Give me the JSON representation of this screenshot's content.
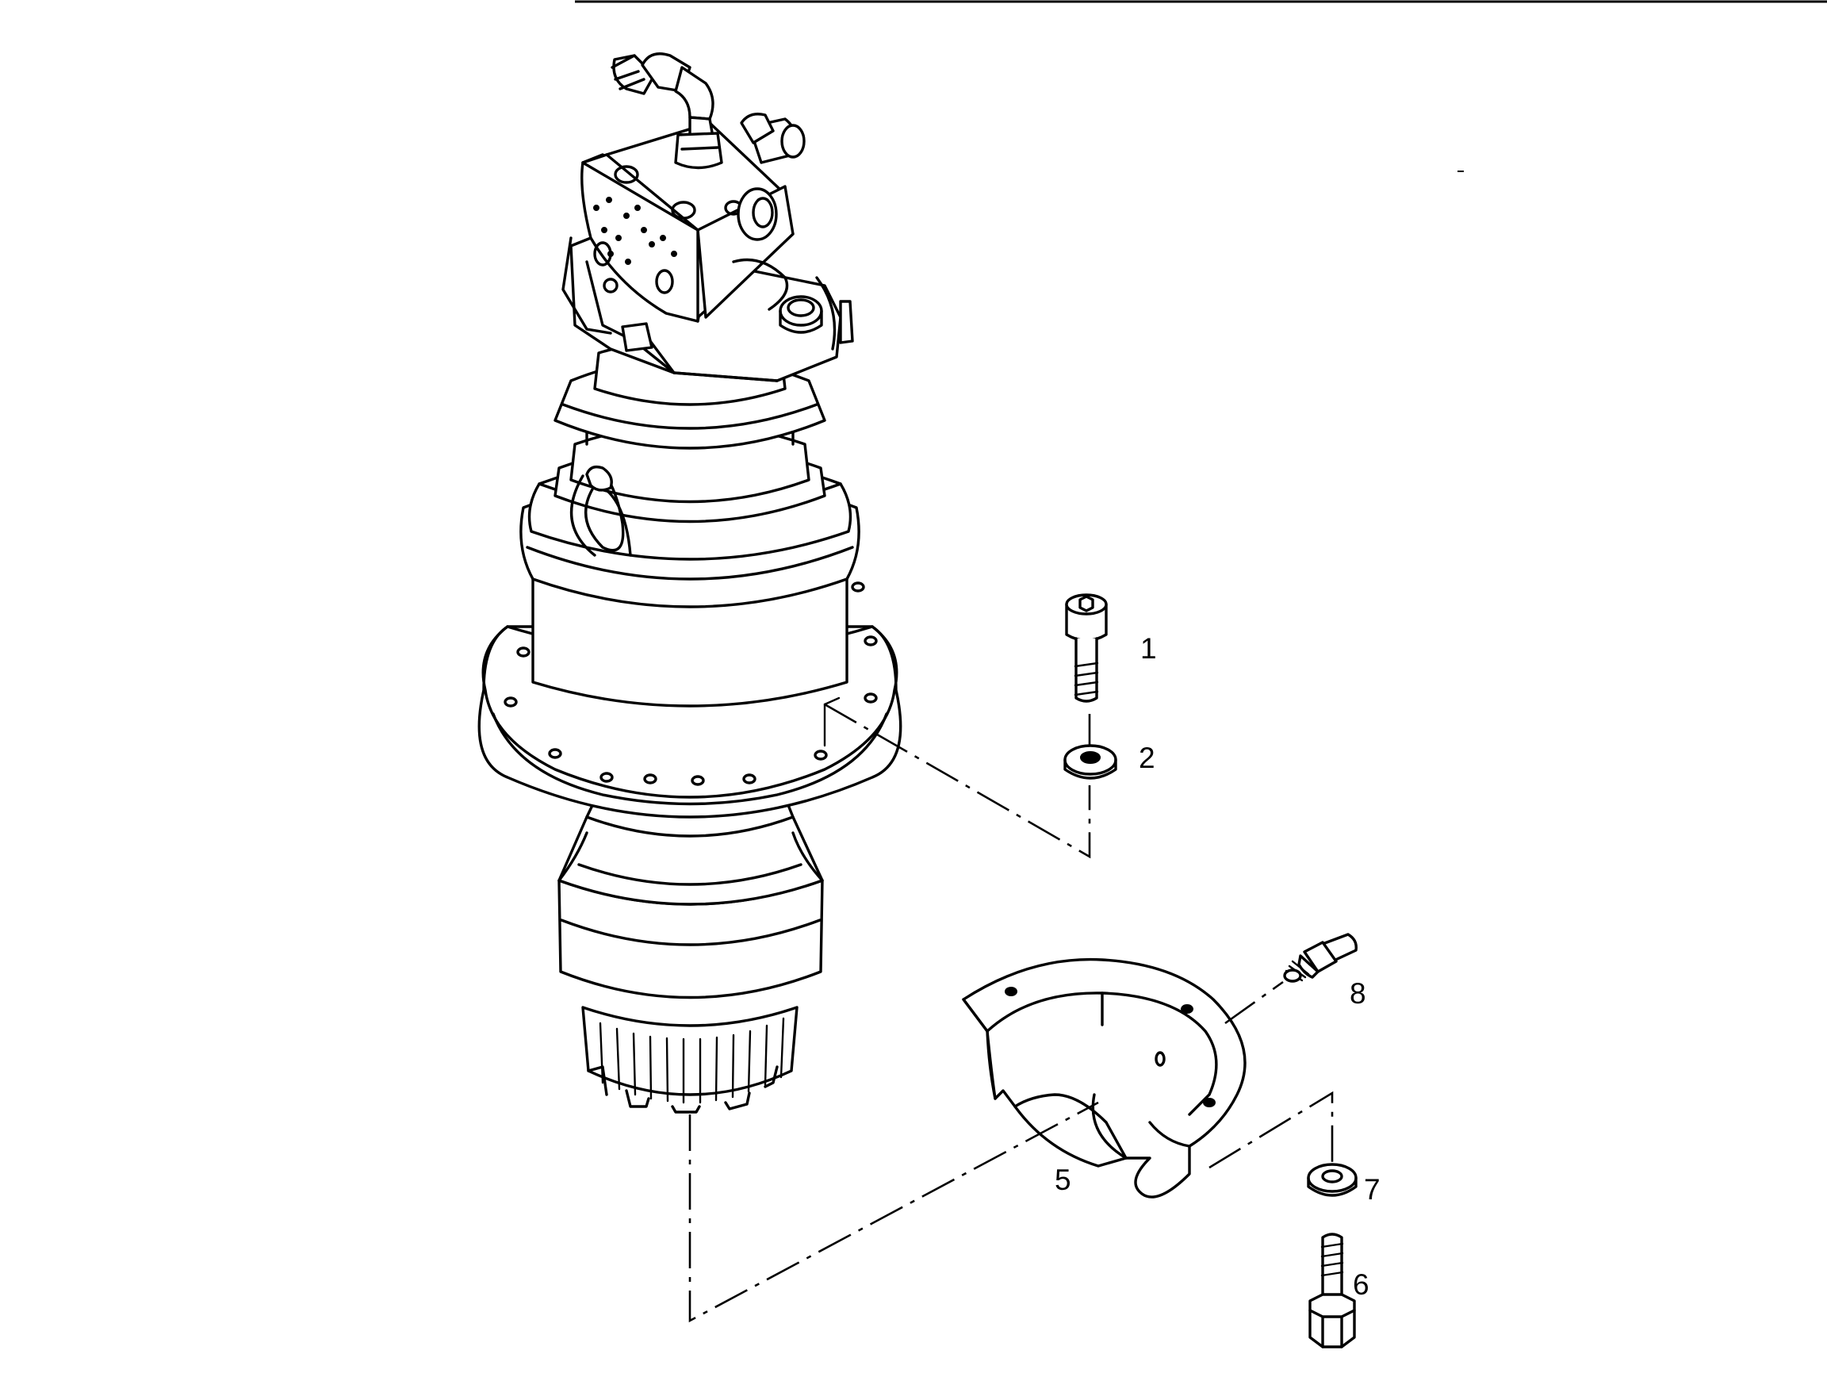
{
  "callouts": {
    "c1": "1",
    "c2": "2",
    "c5": "5",
    "c6": "6",
    "c7": "7",
    "c8": "8"
  }
}
